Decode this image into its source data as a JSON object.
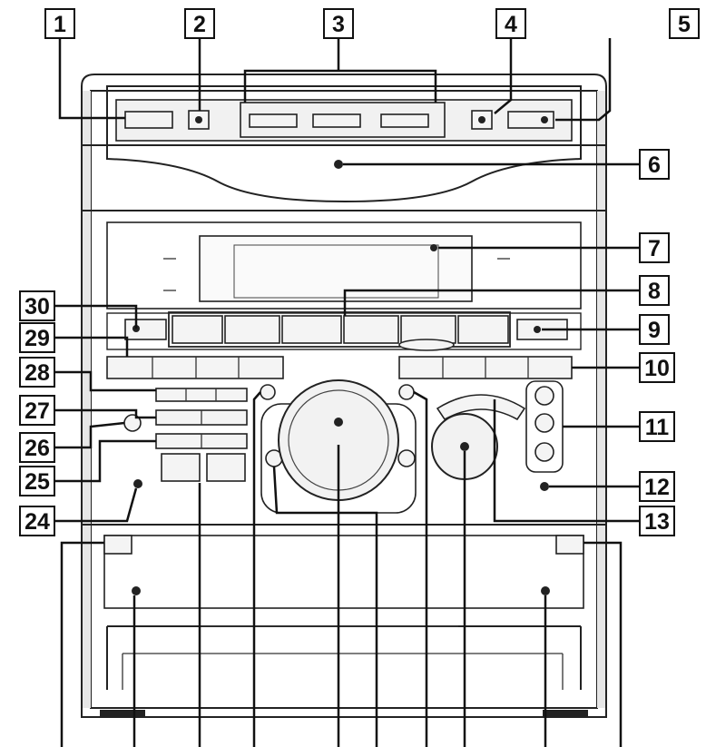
{
  "callouts": [
    {
      "id": "c1",
      "number": "1"
    },
    {
      "id": "c2",
      "number": "2"
    },
    {
      "id": "c3",
      "number": "3"
    },
    {
      "id": "c4",
      "number": "4"
    },
    {
      "id": "c5",
      "number": "5"
    },
    {
      "id": "c6",
      "number": "6"
    },
    {
      "id": "c7",
      "number": "7"
    },
    {
      "id": "c8",
      "number": "8"
    },
    {
      "id": "c9",
      "number": "9"
    },
    {
      "id": "c10",
      "number": "10"
    },
    {
      "id": "c11",
      "number": "11"
    },
    {
      "id": "c12",
      "number": "12"
    },
    {
      "id": "c13",
      "number": "13"
    },
    {
      "id": "c24",
      "number": "24"
    },
    {
      "id": "c25",
      "number": "25"
    },
    {
      "id": "c26",
      "number": "26"
    },
    {
      "id": "c27",
      "number": "27"
    },
    {
      "id": "c28",
      "number": "28"
    },
    {
      "id": "c29",
      "number": "29"
    },
    {
      "id": "c30",
      "number": "30"
    }
  ]
}
